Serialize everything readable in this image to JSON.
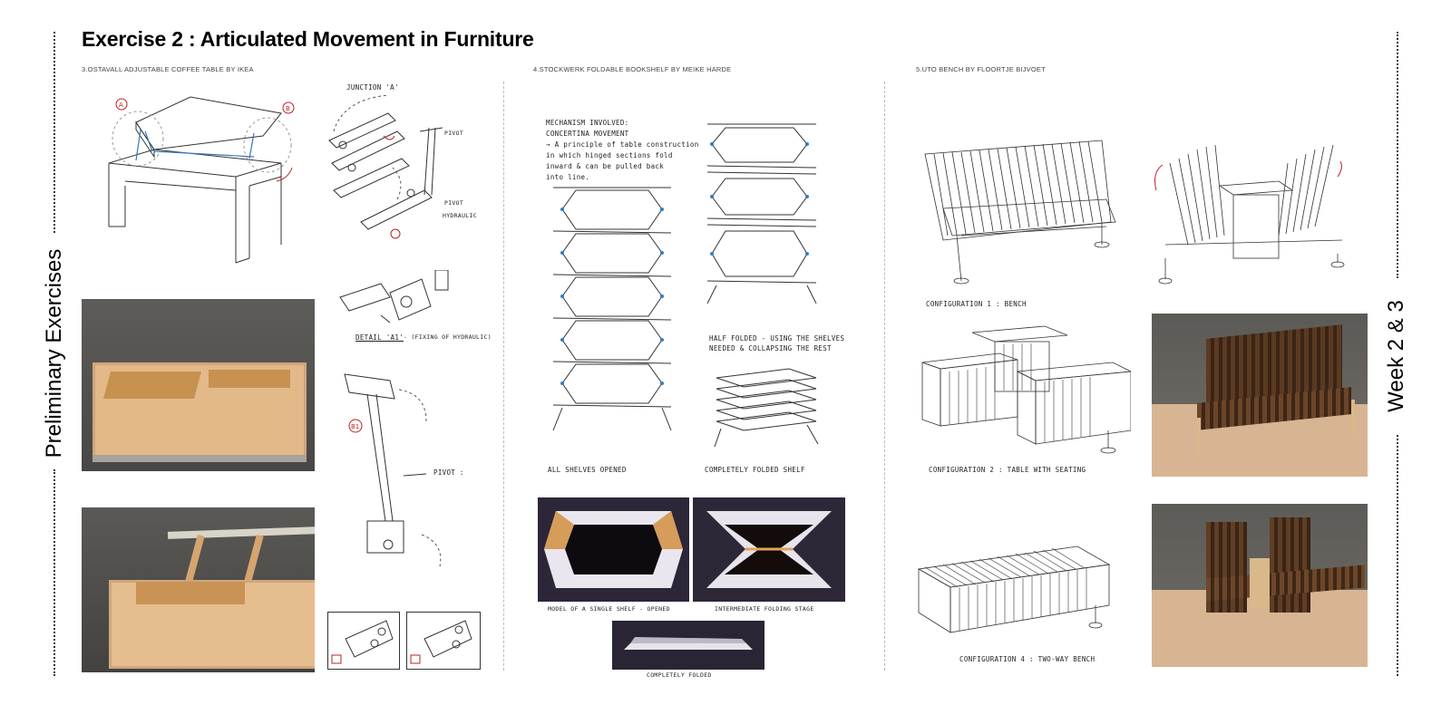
{
  "title": "Exercise 2 : Articulated Movement in Furniture",
  "side_left": "Preliminary Exercises",
  "side_right": "Week 2 & 3",
  "sections": {
    "ikea": {
      "label": "3.OSTAVALL ADJUSTABLE COFFEE TABLE BY IKEA",
      "callout_a": "A",
      "callout_b": "B",
      "junction": "JUNCTION 'A'",
      "pivot": "PIVOT",
      "pivot2": "PIVOT",
      "hydraulic": "HYDRAULIC",
      "detail": "DETAIL 'A1'",
      "detail_note": "- (FIXING OF HYDRAULIC)",
      "callout_b1": "B1",
      "pivot3": "PIVOT :"
    },
    "bookshelf": {
      "label": "4.STOCKWERK FOLDABLE BOOKSHELF BY MEIKE HARDE",
      "mechanism": [
        "MECHANISM INVOLVED:",
        "CONCERTINA MOVEMENT",
        "→ A principle of table construction",
        "in which hinged sections fold",
        "inward & can be pulled back",
        "into line."
      ],
      "half_folded": [
        "HALF FOLDED - USING THE SHELVES",
        "NEEDED & COLLAPSING THE REST"
      ],
      "all_opened": "ALL SHELVES OPENED",
      "fully_folded": "COMPLETELY FOLDED SHELF",
      "model_caption": "MODEL OF A SINGLE SHELF - OPENED",
      "intermediate_caption": "INTERMEDIATE FOLDING STAGE",
      "folded_caption": "COMPLETELY FOLDED"
    },
    "bench": {
      "label": "5.UTO BENCH BY FLOORTJE BIJVOET",
      "config1": "CONFIGURATION 1 : BENCH",
      "config2": "CONFIGURATION 2 : TABLE WITH SEATING",
      "config4": "CONFIGURATION 4 : TWO-WAY BENCH"
    }
  }
}
